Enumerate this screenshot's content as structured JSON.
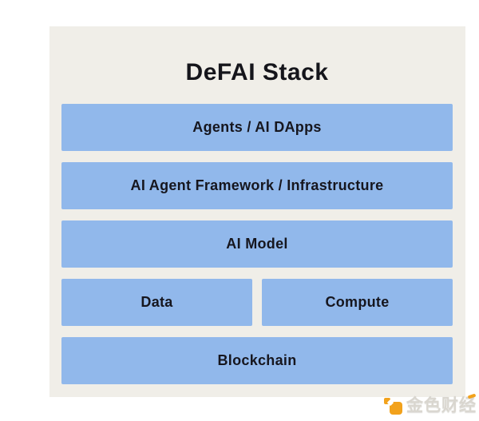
{
  "page": {
    "background_color": "#ffffff"
  },
  "card": {
    "background_color": "#f0eee8"
  },
  "diagram": {
    "title": "DeFAI Stack",
    "block_color": "#91b8eb",
    "text_color": "#16161e",
    "layers": [
      {
        "label": "Agents / AI DApps"
      },
      {
        "label": "AI Agent Framework / Infrastructure"
      },
      {
        "label": "AI Model"
      },
      {
        "columns": [
          {
            "label": "Data"
          },
          {
            "label": "Compute"
          }
        ]
      },
      {
        "label": "Blockchain"
      }
    ]
  },
  "watermark": {
    "logo": "jinse-finance-logo",
    "logo_color": "#f2a21c",
    "text_main": "金色财",
    "text_accent": "经",
    "text_color": "#d9d6cf"
  }
}
